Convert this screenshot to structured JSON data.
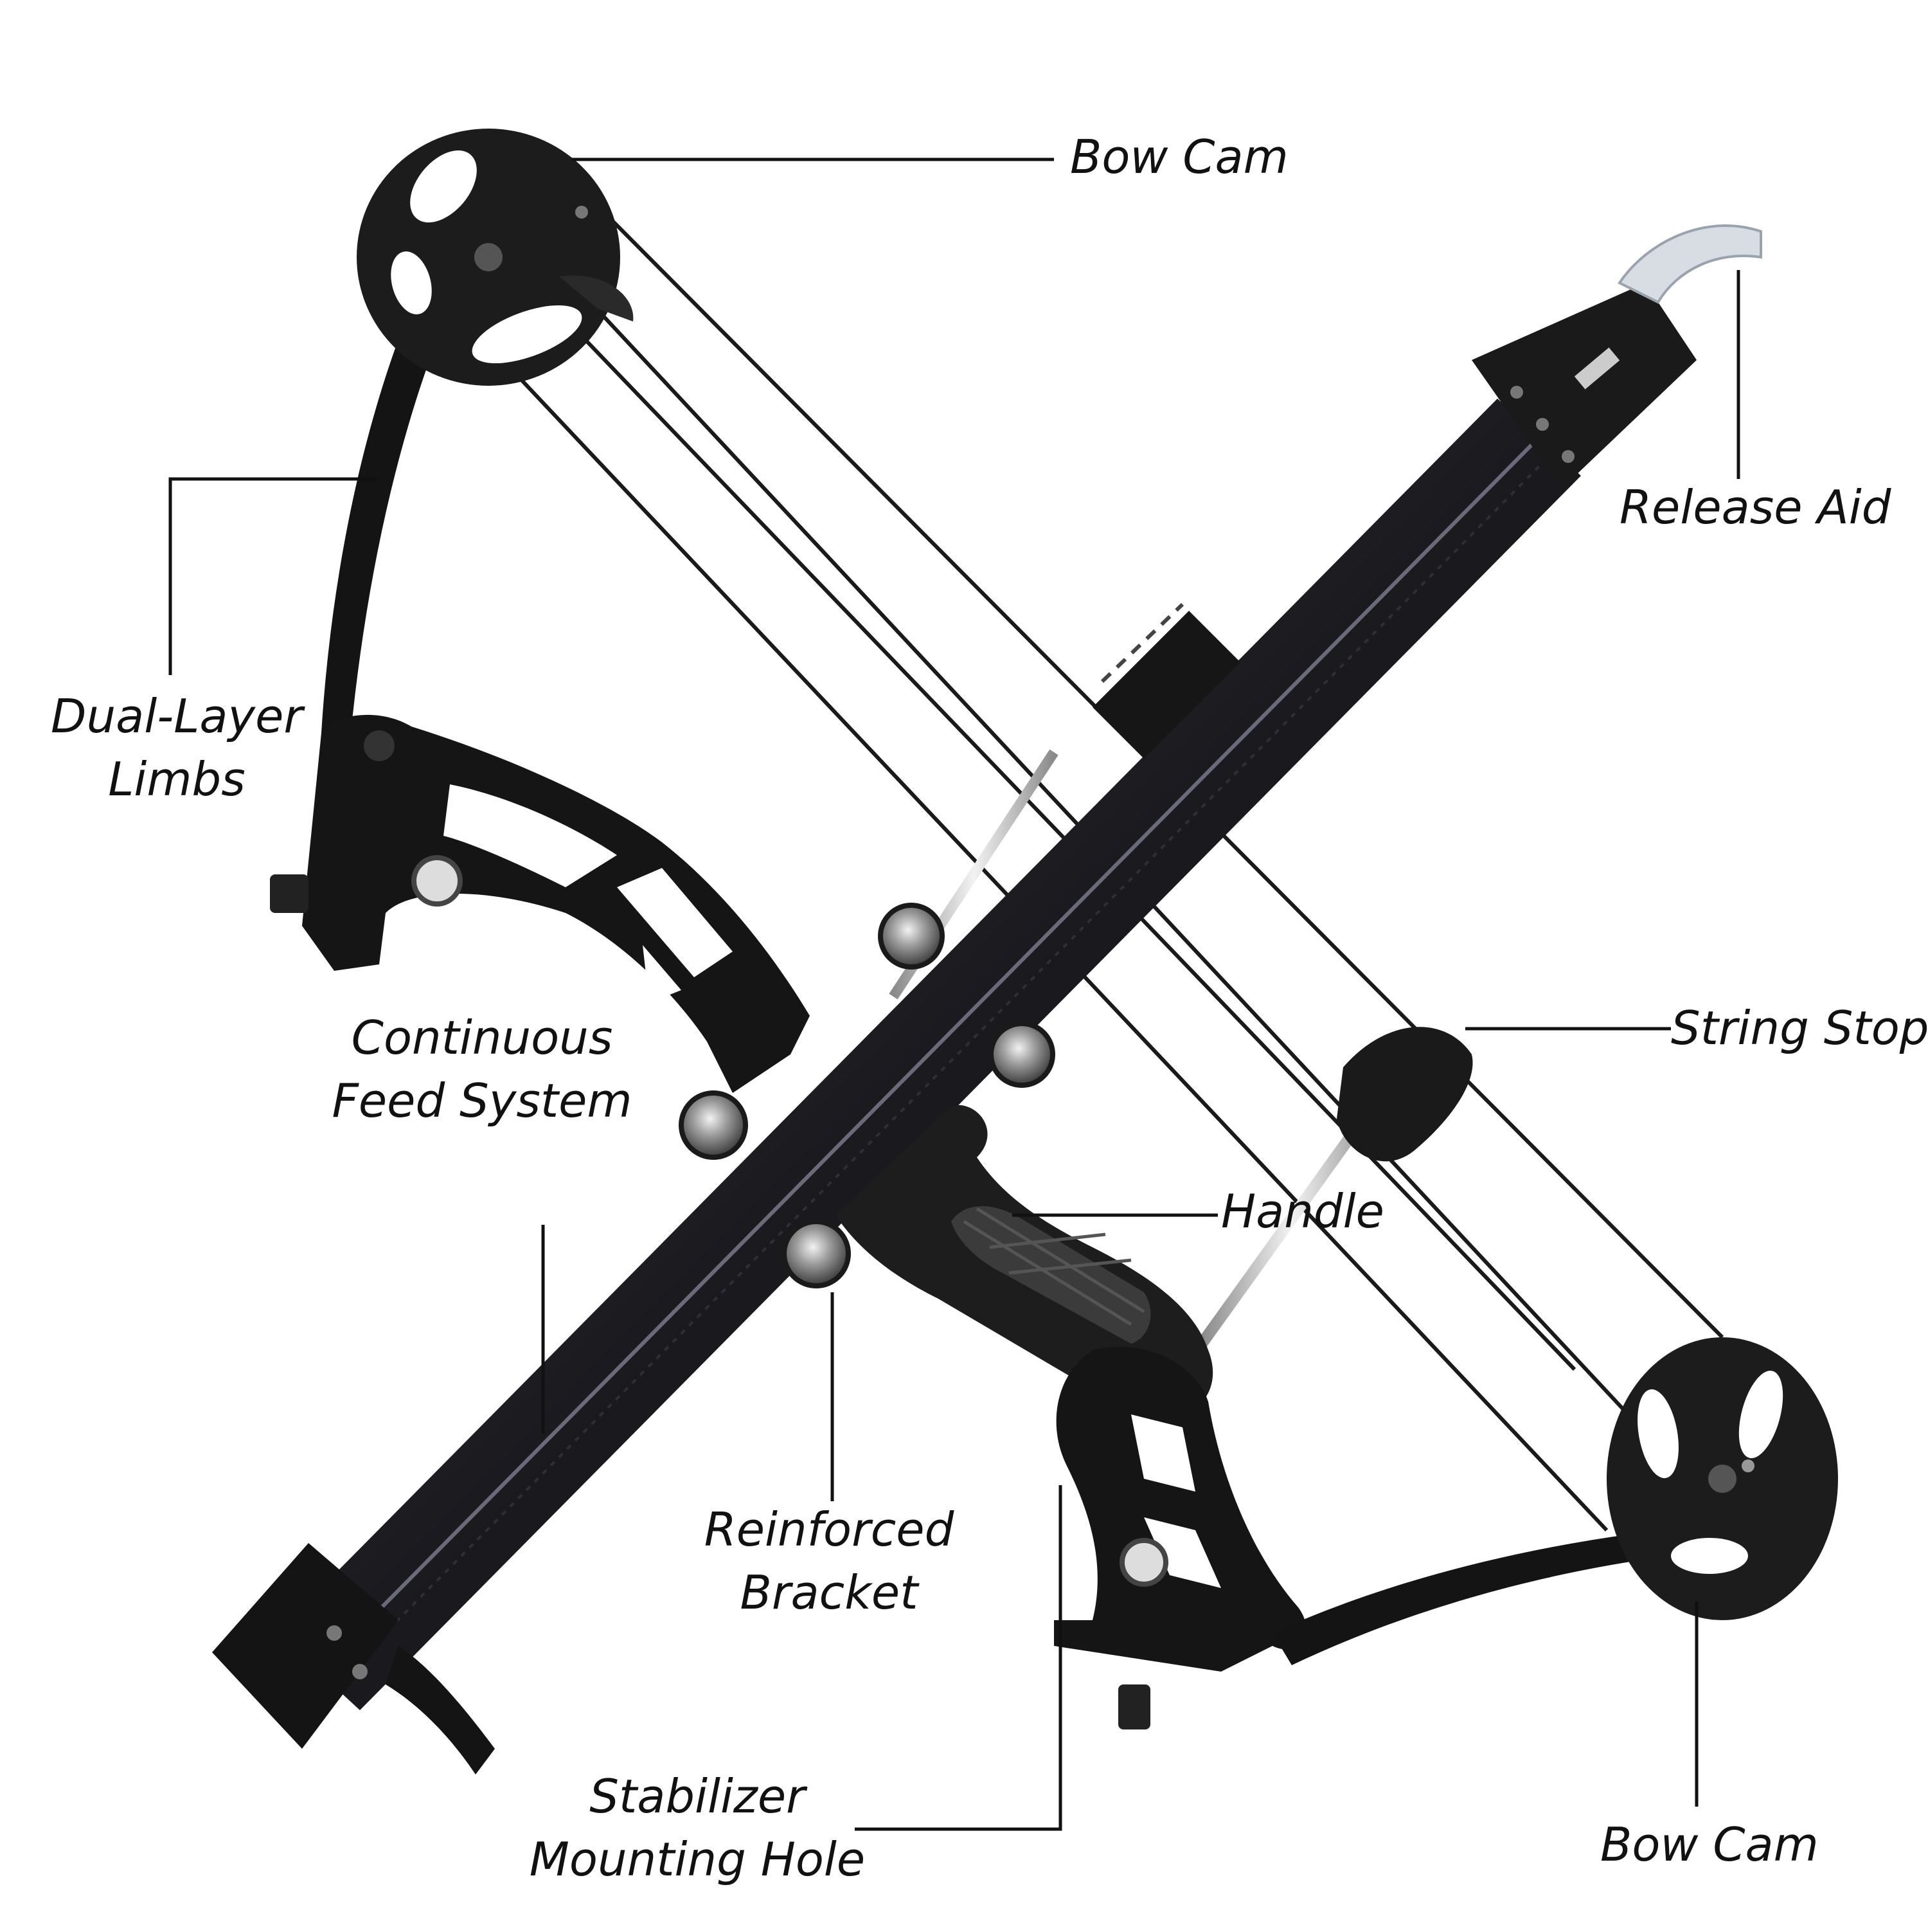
{
  "colors": {
    "background": "#ffffff",
    "metal_dark": "#141414",
    "metal_mid": "#2b2b2b",
    "highlight": "#5a5a66",
    "steel": "#c9c9c9",
    "text": "#111111"
  },
  "labels": {
    "bow_cam_top": "Bow Cam",
    "release_aid": "Release Aid",
    "dual_layer_limbs": [
      "Dual-Layer",
      "Limbs"
    ],
    "continuous_feed": [
      "Continuous",
      "Feed System"
    ],
    "string_stop": "String Stop",
    "handle": "Handle",
    "reinforced_bracket": [
      "Reinforced",
      "Bracket"
    ],
    "stabilizer_hole": [
      "Stabilizer",
      "Mounting Hole"
    ],
    "bow_cam_bottom": "Bow Cam"
  }
}
